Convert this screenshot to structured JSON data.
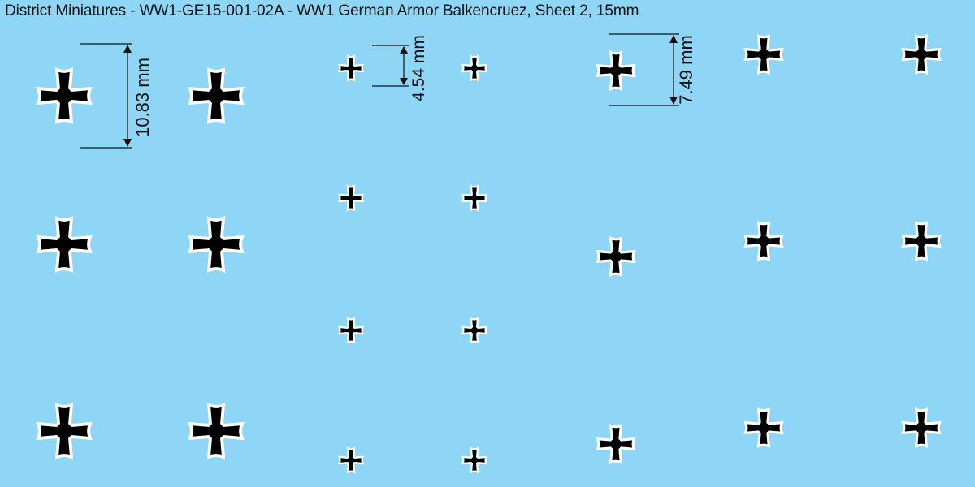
{
  "sheet": {
    "title": "District Miniatures - WW1-GE15-001-02A - WW1 German Armor Balkencruez, Sheet 2, 15mm",
    "background_color": "#8fd5f5"
  },
  "decal": {
    "symbol": "iron-cross-icon",
    "fill_color": "#000000",
    "outline_color": "#ffffff"
  },
  "measurements": {
    "large": "10.83 mm",
    "small": "4.54 mm",
    "medium": "7.49 mm"
  }
}
